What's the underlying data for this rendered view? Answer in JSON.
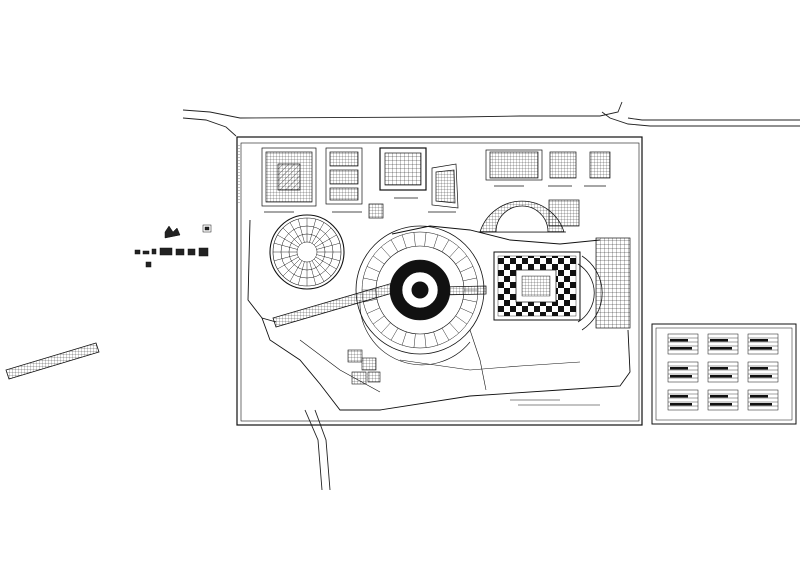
{
  "drawing": {
    "background": "#ffffff",
    "line_color": "#111111",
    "fill_color": "#1a1a1a"
  },
  "site_plan": {
    "detail_plans": [
      "plan-a",
      "plan-b",
      "plan-c",
      "plan-d",
      "plan-e",
      "plan-f",
      "plan-g"
    ],
    "features": [
      "circular-plaza",
      "fan-plaza",
      "central-plaza",
      "grid-court",
      "east-arc",
      "walkway",
      "diagonal-walkway"
    ]
  },
  "legend_table": {
    "blocks": 9
  }
}
